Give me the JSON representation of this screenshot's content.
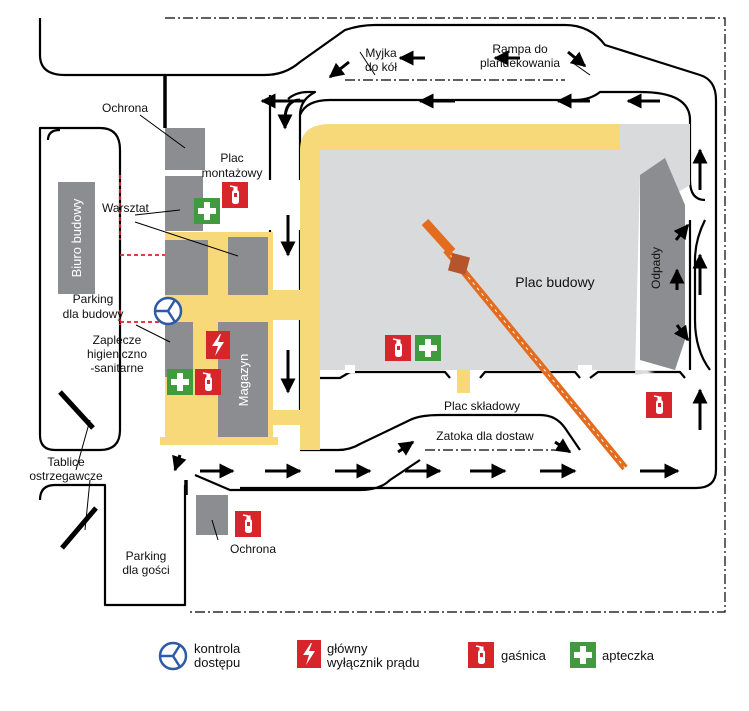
{
  "colors": {
    "road": "#000000",
    "building": "#8c8d90",
    "site": "#d9dadc",
    "path": "#f7d97a",
    "crane": "#e36c1e",
    "crane_base": "#b5552b",
    "extinguisher": "#d6262c",
    "first_aid": "#3f9b3d",
    "access": "#2e5aa8"
  },
  "labels": {
    "biuro": "Biuro budowy",
    "ochrona_top": "Ochrona",
    "plac_montazowy_1": "Plac",
    "plac_montazowy_2": "montażowy",
    "warsztat": "Warsztat",
    "parking_budowy_1": "Parking",
    "parking_budowy_2": "dla budowy",
    "zaplecze_1": "Zaplecze",
    "zaplecze_2": "higieniczno",
    "zaplecze_3": "-sanitarne",
    "magazyn": "Magazyn",
    "plac_budowy": "Plac budowy",
    "odpady": "Odpady",
    "plac_skladowy": "Plac składowy",
    "zatoka": "Zatoka dla dostaw",
    "myjka_1": "Myjka",
    "myjka_2": "do kół",
    "rampa_1": "Rampa do",
    "rampa_2": "plandekowania",
    "tablice_1": "Tablice",
    "tablice_2": "ostrzegawcze",
    "ochrona_bottom": "Ochrona",
    "parking_gosci_1": "Parking",
    "parking_gosci_2": "dla gości"
  },
  "legend": {
    "kontrola_1": "kontrola",
    "kontrola_2": "dostępu",
    "wylacznik_1": "główny",
    "wylacznik_2": "wyłącznik prądu",
    "gasnica": "gaśnica",
    "apteczka": "apteczka"
  },
  "icons": {
    "access": "access-control-icon",
    "switch": "main-switch-icon",
    "extinguisher": "extinguisher-icon",
    "first_aid": "first-aid-icon"
  }
}
